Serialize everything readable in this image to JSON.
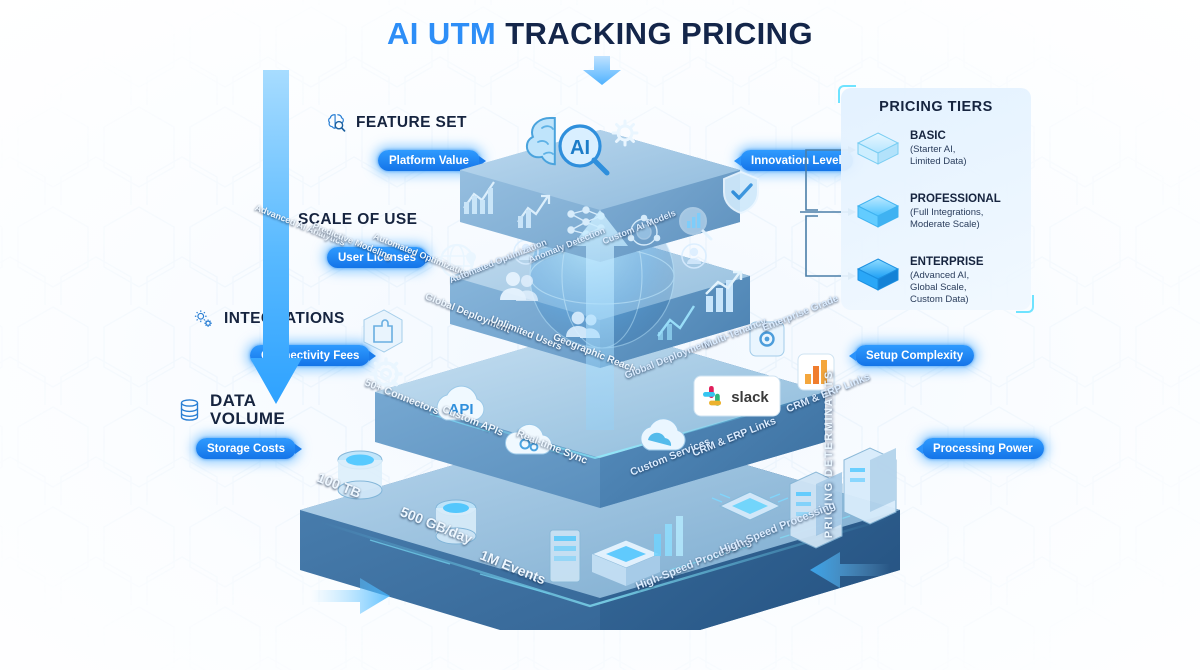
{
  "header": {
    "title_highlight": "AI UTM",
    "title_rest": "TRACKING PRICING",
    "down_arrow_icon": "arrow-down-icon"
  },
  "section_labels": [
    {
      "text": "FEATURE SET",
      "icon": "brain-search-icon"
    },
    {
      "text": "SCALE OF USE",
      "icon": "users-group-icon"
    },
    {
      "text": "INTEGRATIONS",
      "icon": "gears-icon"
    },
    {
      "text": "DATA",
      "text2": "VOLUME",
      "icon": "database-icon"
    }
  ],
  "pills": {
    "left": [
      {
        "label": "Platform Value"
      },
      {
        "label": "User Licenses"
      },
      {
        "label": "Connectivity Fees"
      },
      {
        "label": "Storage Costs"
      }
    ],
    "right": [
      {
        "label": "Innovation Level"
      },
      {
        "label": "Setup Complexity"
      },
      {
        "label": "Processing Power"
      }
    ]
  },
  "pyramid": {
    "center_band_label": "PRICING DETERMINANTS",
    "tiers": [
      {
        "name": "feature-set-tier",
        "top_icons": [
          "brain-icon",
          "ai-magnifier-icon",
          "gear-icon"
        ],
        "left_face_labels": [
          "Advanced AI Analytics",
          "Predictive Modeling",
          "Automated Optimization"
        ],
        "right_face_labels": [
          "Automated Optimization",
          "Anomaly Detection",
          "Custom AI Models"
        ]
      },
      {
        "name": "scale-of-use-tier",
        "left_face_labels": [
          "Global Deployment",
          "Unlimited Users",
          "Geographic Reach"
        ],
        "right_face_labels": [
          "Global Deployment",
          "Multi-Tenancy",
          "Enterprise Grade"
        ]
      },
      {
        "name": "integrations-tier",
        "left_face_labels": [
          "50+ Connectors",
          "Custom APIs",
          "Real-time Sync"
        ],
        "right_face_labels": [
          "Custom Services",
          "CRM & ERP Links",
          "CRM & ERP Links"
        ],
        "logo": "slack-logo"
      },
      {
        "name": "data-volume-tier",
        "left_face_labels": [
          "100 TB",
          "500 GB/day",
          "1M Events"
        ],
        "right_face_labels": [
          "High-Speed Processing",
          "High-Speed Processing"
        ]
      }
    ]
  },
  "tiers_panel": {
    "title": "PRICING TIERS",
    "items": [
      {
        "name": "BASIC",
        "desc": "(Starter AI,\nLimited Data)",
        "icon": "cube-light-icon"
      },
      {
        "name": "PROFESSIONAL",
        "desc": "(Full Integrations,\nModerate Scale)",
        "icon": "cube-medium-icon"
      },
      {
        "name": "ENTERPRISE",
        "desc": "(Advanced AI,\nGlobal Scale,\nCustom Data)",
        "icon": "cube-dark-icon"
      }
    ]
  },
  "colors": {
    "accent": "#2d8ef7",
    "title_dark": "#14264a",
    "pill_start": "#2f9bff",
    "pill_end": "#1474e8",
    "glow": "#6fe3ff",
    "base_slab": "#2f6193"
  }
}
